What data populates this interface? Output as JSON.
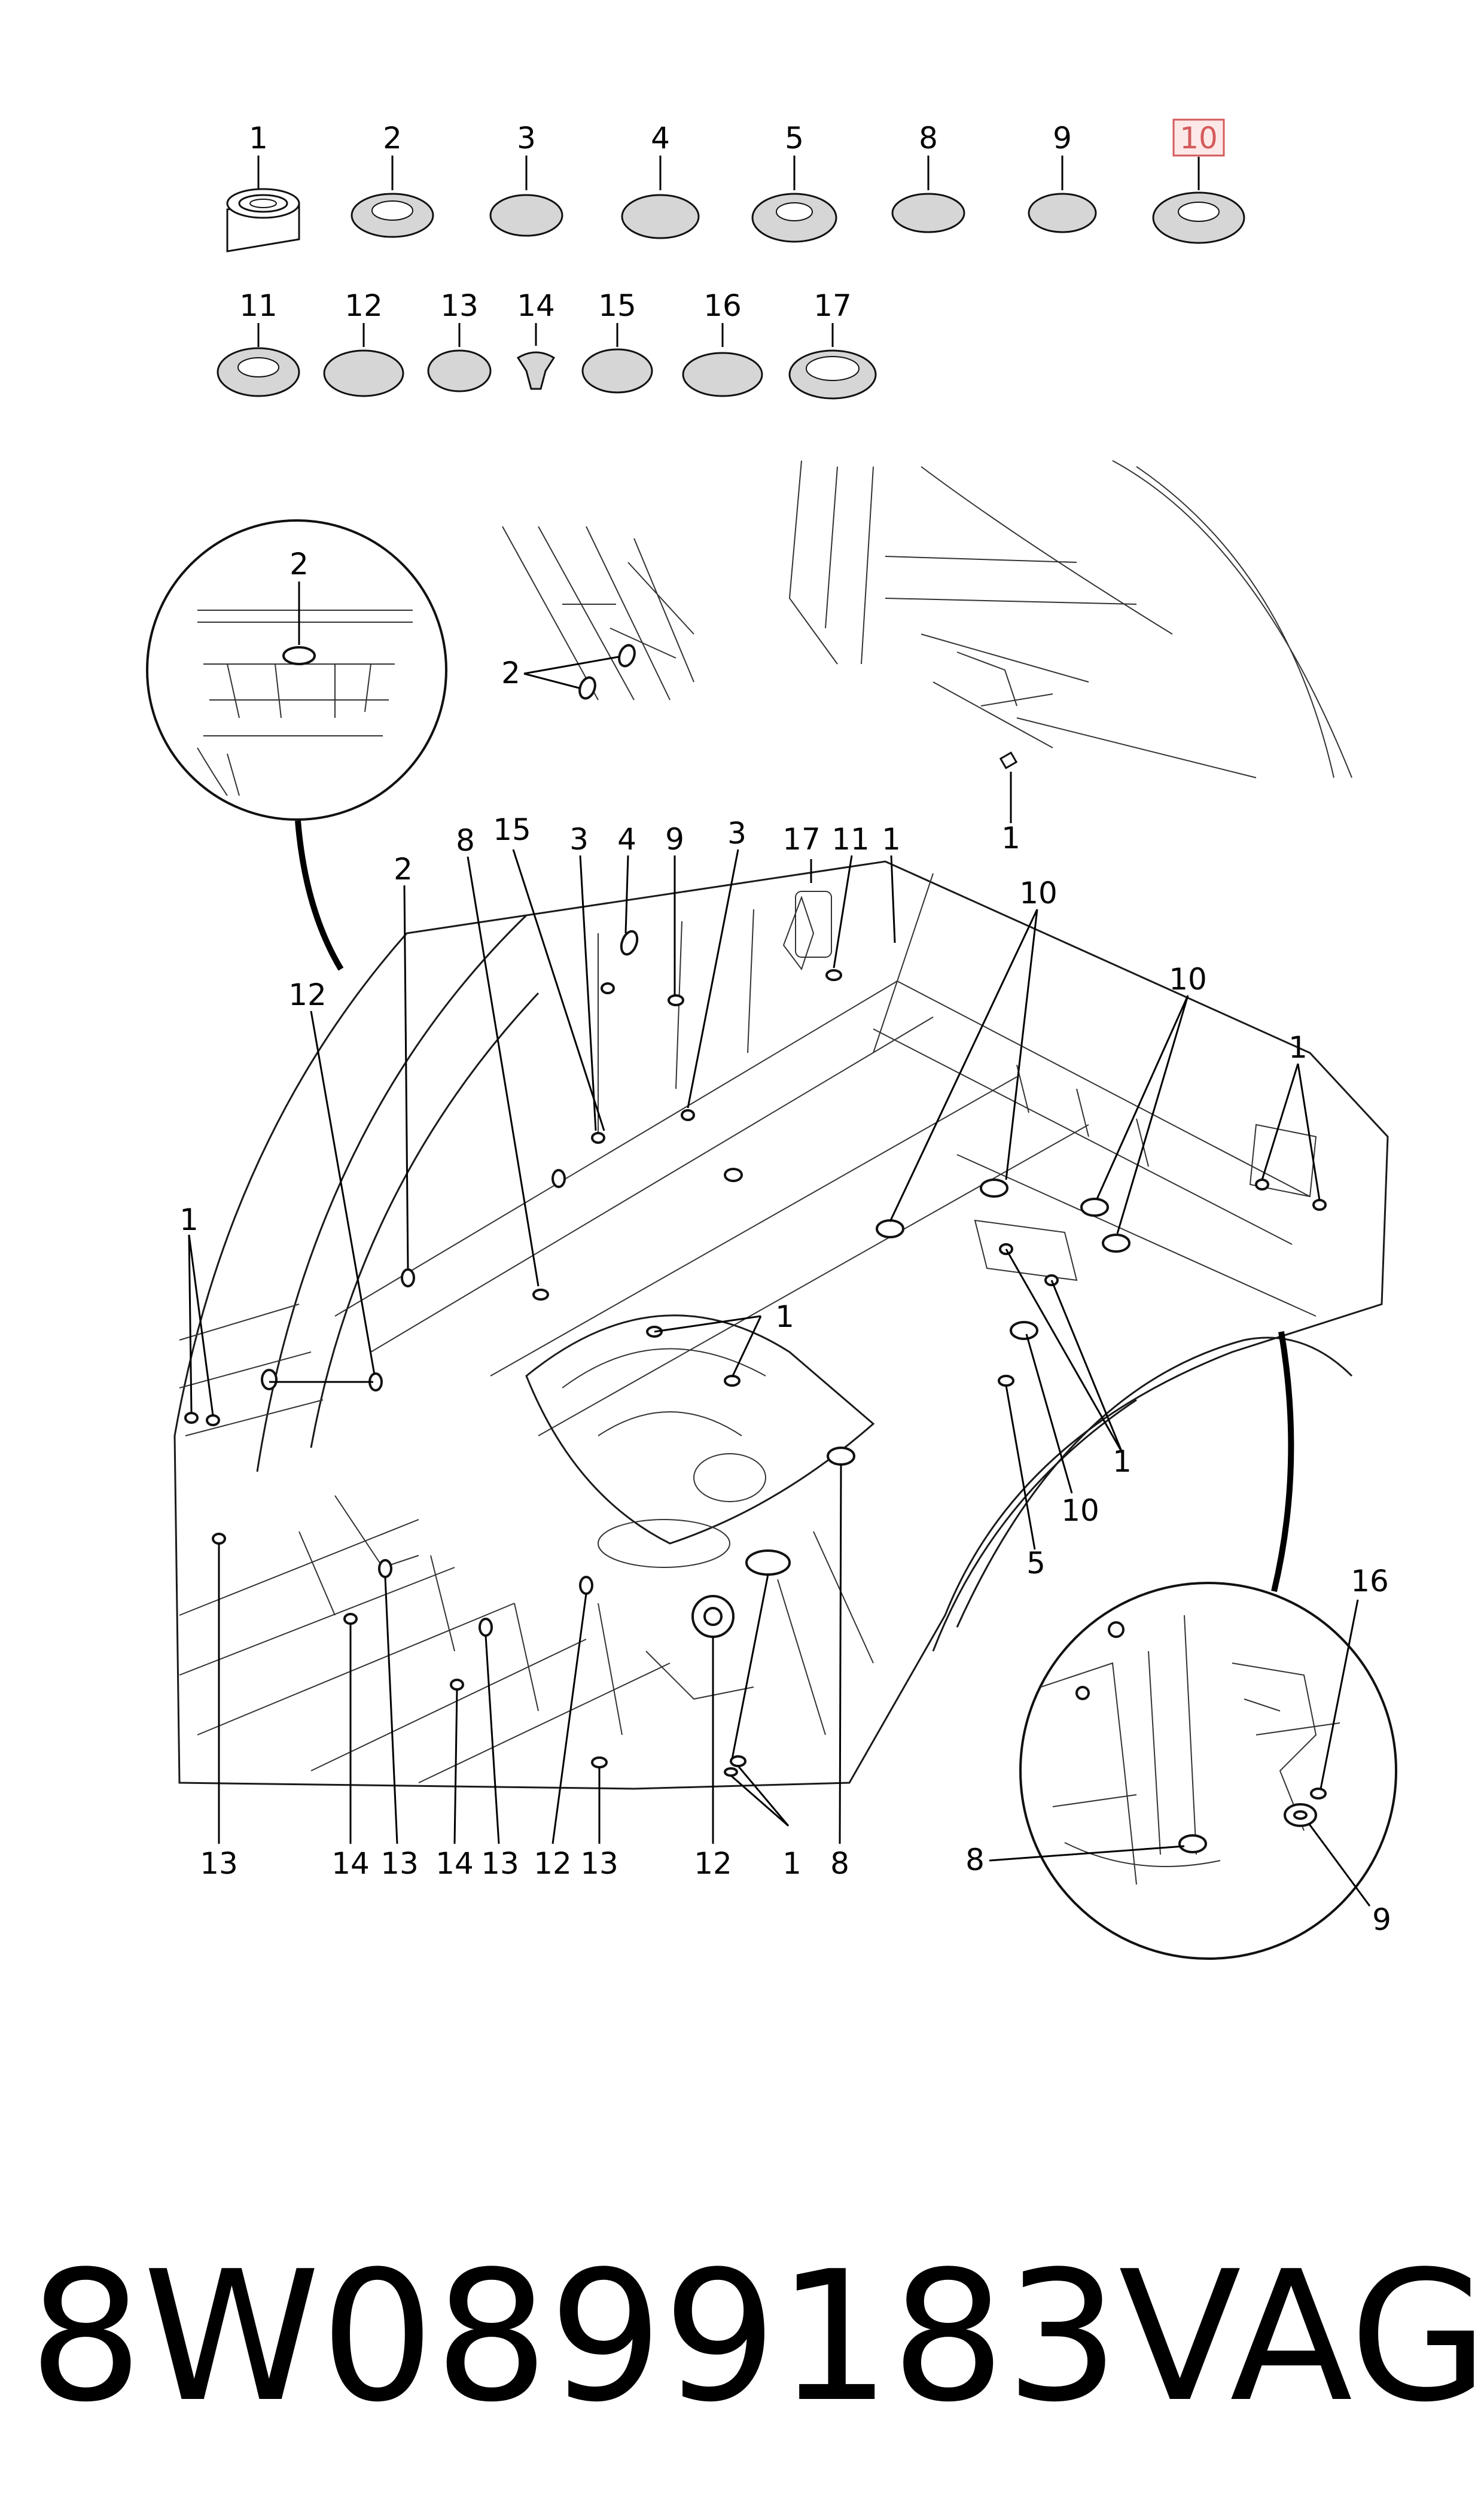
{
  "part_callouts_row1": [
    "1",
    "2",
    "3",
    "4",
    "5",
    "8",
    "9",
    "10"
  ],
  "part_callouts_row2": [
    "11",
    "12",
    "13",
    "14",
    "15",
    "16",
    "17"
  ],
  "highlighted_part": "10",
  "highlight_color": "#d45b5b",
  "main_callouts": {
    "c2_left": "2",
    "c8_top": "8",
    "c15_top": "15",
    "c3_top_a": "3",
    "c4_top": "4",
    "c9_top": "9",
    "c3_top_b": "3",
    "c17_top": "17",
    "c11_top": "11",
    "c1_top": "1",
    "c10_a": "10",
    "c10_b": "10",
    "c1_right": "1",
    "c12_left": "12",
    "c1_left": "1",
    "c1_center": "1",
    "c1_mid_right": "1",
    "c10_mid_right": "10",
    "c5_mid": "5"
  },
  "bottom_callouts": [
    "13",
    "14",
    "13",
    "14",
    "13",
    "12",
    "13",
    "12",
    "1",
    "8"
  ],
  "detail_top_left": {
    "label": "2"
  },
  "detail_top_middle": {
    "label": "2"
  },
  "detail_top_right": {
    "label": "1"
  },
  "detail_bottom_right": {
    "labels": [
      "16",
      "8",
      "9"
    ]
  },
  "footer": {
    "part_number": "8W0899183",
    "brand": "VAG"
  }
}
